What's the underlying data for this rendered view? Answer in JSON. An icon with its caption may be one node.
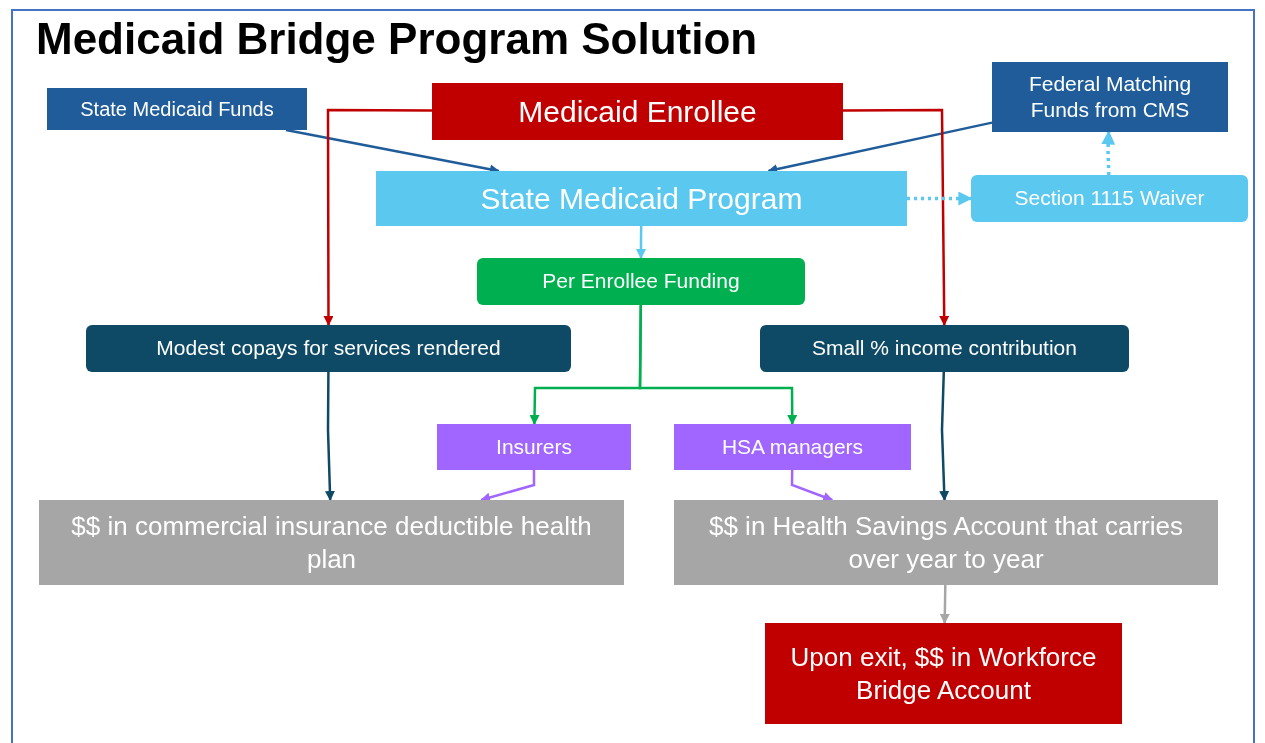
{
  "diagram": {
    "title": "Medicaid Bridge Program Solution",
    "nodes": [
      {
        "text": [
          "State Medicaid Funds"
        ]
      },
      {
        "text": [
          "Medicaid Enrollee"
        ]
      },
      {
        "text": [
          "Federal Matching Funds from CMS"
        ]
      },
      {
        "text": [
          "State Medicaid Program"
        ]
      },
      {
        "text": [
          "Section 1115 Waiver"
        ]
      },
      {
        "text": [
          "Per Enrollee Funding"
        ]
      },
      {
        "text": [
          "Modest copays for services rendered"
        ]
      },
      {
        "text": [
          "Small % income contribution"
        ]
      },
      {
        "text": [
          "Insurers"
        ]
      },
      {
        "text": [
          "HSA managers"
        ]
      },
      {
        "text": [
          "$$ in commercial insurance deductible health plan"
        ]
      },
      {
        "text": [
          "$$ in Health Savings Account that carries over year to year"
        ]
      },
      {
        "text": [
          "Upon exit, $$ in Workforce Bridge Account"
        ]
      }
    ],
    "edges": [
      {
        "from": 0,
        "to": 3,
        "arrow": "to",
        "color": "#1f5c99"
      },
      {
        "from": 2,
        "to": 3,
        "arrow": "to",
        "color": "#1f5c99"
      },
      {
        "from": 1,
        "to": 6,
        "arrow": "to",
        "color": "#c00000"
      },
      {
        "from": 1,
        "to": 7,
        "arrow": "to",
        "color": "#c00000"
      },
      {
        "from": 3,
        "to": 4,
        "arrow": "to",
        "style": "dashed",
        "color": "#5bc8f0"
      },
      {
        "from": 4,
        "to": 2,
        "arrow": "to",
        "style": "dashed",
        "color": "#5bc8f0"
      },
      {
        "from": 3,
        "to": 5,
        "arrow": "to",
        "color": "#5bc8f0"
      },
      {
        "from": 5,
        "to": 8,
        "arrow": "to",
        "color": "#00b050"
      },
      {
        "from": 5,
        "to": 9,
        "arrow": "to",
        "color": "#00b050"
      },
      {
        "from": 6,
        "to": 10,
        "arrow": "to",
        "color": "#0e4a66"
      },
      {
        "from": 7,
        "to": 11,
        "arrow": "to",
        "color": "#0e4a66"
      },
      {
        "from": 8,
        "to": 10,
        "arrow": "to",
        "color": "#a066ff"
      },
      {
        "from": 9,
        "to": 11,
        "arrow": "to",
        "color": "#a066ff"
      },
      {
        "from": 11,
        "to": 12,
        "arrow": "to",
        "color": "#a6a6a6"
      }
    ]
  }
}
